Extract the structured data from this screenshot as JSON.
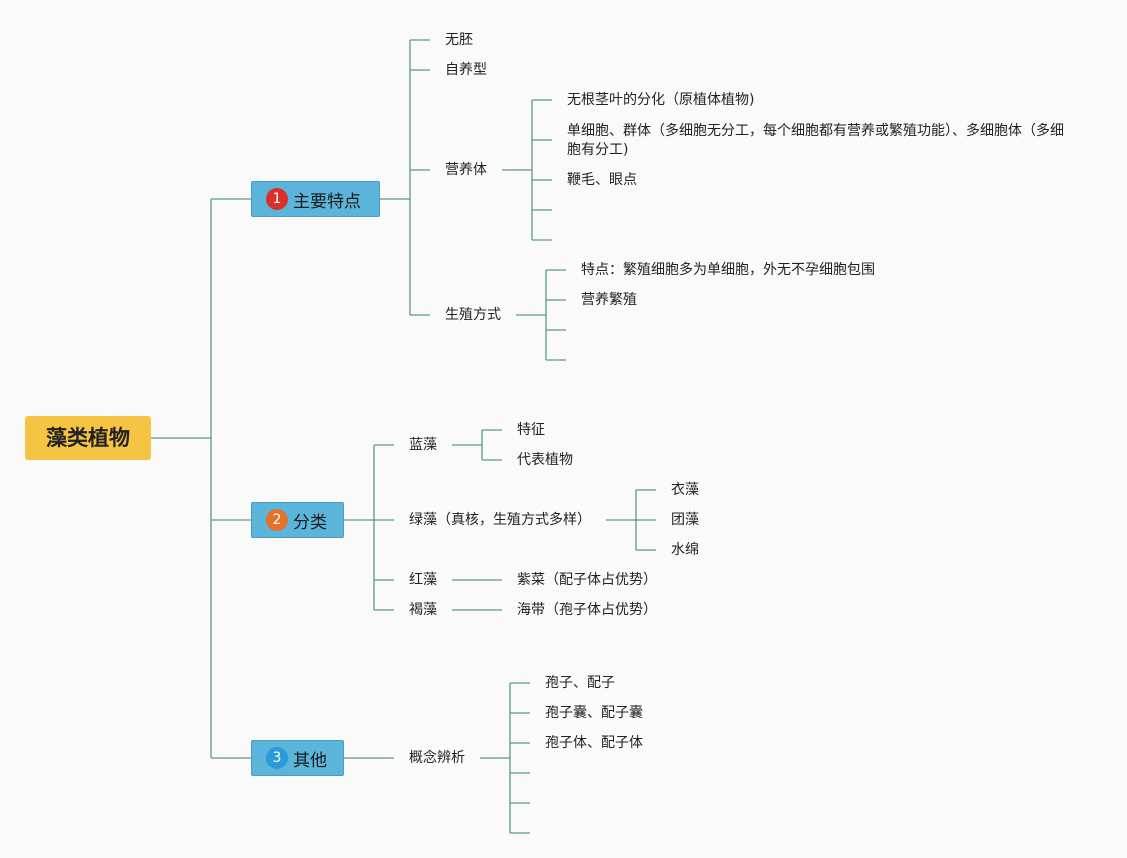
{
  "root": "藻类植物",
  "colors": {
    "root_bg": "#f6c443",
    "topic_bg": "#5bb5db",
    "line": "#5a9a86",
    "badge_1": "#d9302b",
    "badge_2": "#e8712a",
    "badge_3": "#2a9bd9"
  },
  "branches": [
    {
      "badge": "1",
      "label": "主要特点",
      "children": [
        {
          "label": "无胚"
        },
        {
          "label": "自养型"
        },
        {
          "label": "营养体",
          "children": [
            "无根茎叶的分化（原植体植物)",
            "单细胞、群体（多细胞无分工，每个细胞都有营养或繁殖功能）、多细胞体（多细胞有分工)",
            "鞭毛、眼点"
          ]
        },
        {
          "label": "生殖方式",
          "children": [
            "特点：繁殖细胞多为单细胞，外无不孕细胞包围",
            "营养繁殖"
          ]
        }
      ]
    },
    {
      "badge": "2",
      "label": "分类",
      "children": [
        {
          "label": "蓝藻",
          "children": [
            "特征",
            "代表植物"
          ]
        },
        {
          "label": "绿藻（真核，生殖方式多样）",
          "children": [
            "衣藻",
            "团藻",
            "水绵"
          ]
        },
        {
          "label": "红藻",
          "children": [
            "紫菜（配子体占优势）"
          ]
        },
        {
          "label": "褐藻",
          "children": [
            "海带（孢子体占优势）"
          ]
        }
      ]
    },
    {
      "badge": "3",
      "label": "其他",
      "children": [
        {
          "label": "概念辨析",
          "children": [
            "孢子、配子",
            "孢子囊、配子囊",
            "孢子体、配子体"
          ]
        }
      ]
    }
  ]
}
